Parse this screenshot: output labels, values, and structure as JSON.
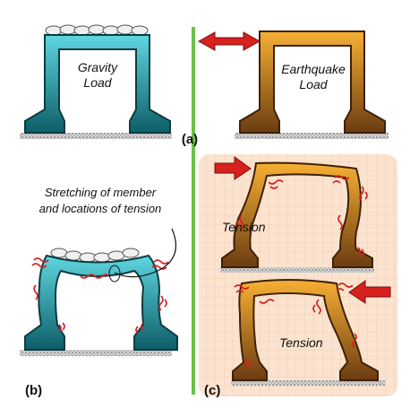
{
  "panel_a": {
    "label": "(a)",
    "gravity_line1": "Gravity",
    "gravity_line2": "Load",
    "earthquake_line1": "Earthquake",
    "earthquake_line2": "Load"
  },
  "panel_b": {
    "label": "(b)",
    "callout_line1": "Stretching of member",
    "callout_line2": "and locations of tension"
  },
  "panel_c": {
    "label": "(c)",
    "tension_top": "Tension",
    "tension_bottom": "Tension"
  },
  "colors": {
    "teal": "#1f8f9a",
    "orange": "#e48a1c",
    "arrow": "#d8201f",
    "divider": "#6cc04a",
    "grid_bg": "#fbe3cf"
  }
}
